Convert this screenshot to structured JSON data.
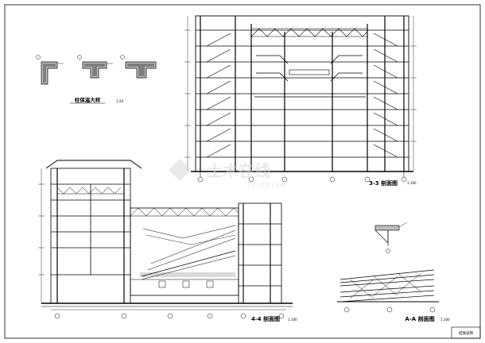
{
  "titles": {
    "column_detail": "柱保温大样",
    "section_33": "3-3 剖面图",
    "section_44": "4-4 剖面图",
    "section_aa": "A-A 剖面图"
  },
  "scales": {
    "column_detail": "1:20",
    "section_33": "1:100",
    "section_44": "1:100",
    "section_aa": "1:100"
  },
  "watermark": {
    "text": "土木在线",
    "url": "co188.com"
  },
  "title_block": {
    "stamp": "结施说明"
  },
  "colors": {
    "line": "#000000",
    "background": "#ffffff",
    "watermark": "#d8d8d8"
  }
}
